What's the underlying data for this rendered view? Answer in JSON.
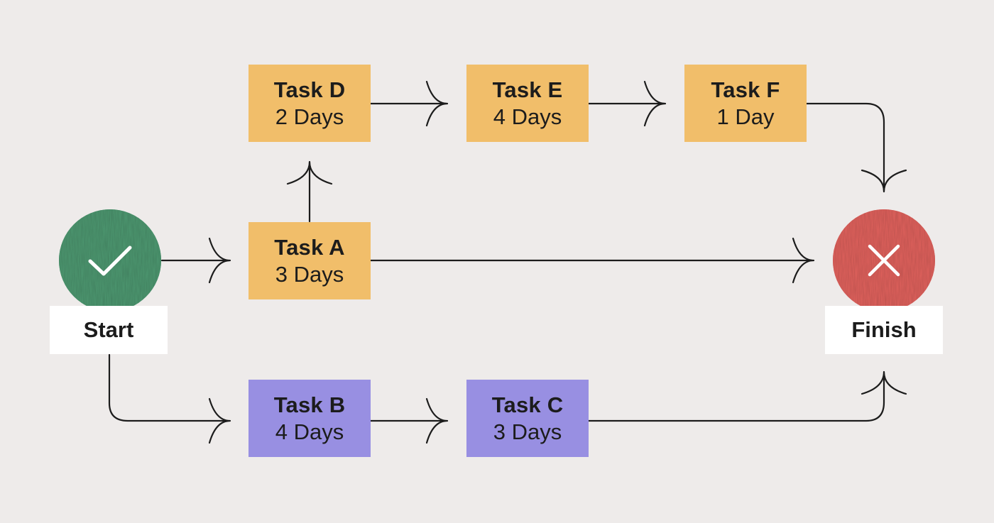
{
  "colors": {
    "background": "#eeebea",
    "task_yellow": "#f1be6a",
    "task_purple": "#988fe2",
    "start_green": "#4e9a72",
    "finish_red": "#e4635e",
    "arrow": "#1c1c1c",
    "label_bg": "#ffffff"
  },
  "start": {
    "label": "Start",
    "icon": "check-icon"
  },
  "finish": {
    "label": "Finish",
    "icon": "x-icon"
  },
  "tasks": {
    "a": {
      "name": "Task A",
      "duration": "3 Days",
      "color": "task_yellow"
    },
    "b": {
      "name": "Task B",
      "duration": "4 Days",
      "color": "task_purple"
    },
    "c": {
      "name": "Task C",
      "duration": "3 Days",
      "color": "task_purple"
    },
    "d": {
      "name": "Task D",
      "duration": "2 Days",
      "color": "task_yellow"
    },
    "e": {
      "name": "Task E",
      "duration": "4 Days",
      "color": "task_yellow"
    },
    "f": {
      "name": "Task F",
      "duration": "1 Day",
      "color": "task_yellow"
    }
  },
  "connections": [
    {
      "from": "start",
      "to": "a"
    },
    {
      "from": "start",
      "to": "b"
    },
    {
      "from": "a",
      "to": "d"
    },
    {
      "from": "a",
      "to": "finish"
    },
    {
      "from": "d",
      "to": "e"
    },
    {
      "from": "e",
      "to": "f"
    },
    {
      "from": "f",
      "to": "finish"
    },
    {
      "from": "b",
      "to": "c"
    },
    {
      "from": "c",
      "to": "finish"
    }
  ]
}
